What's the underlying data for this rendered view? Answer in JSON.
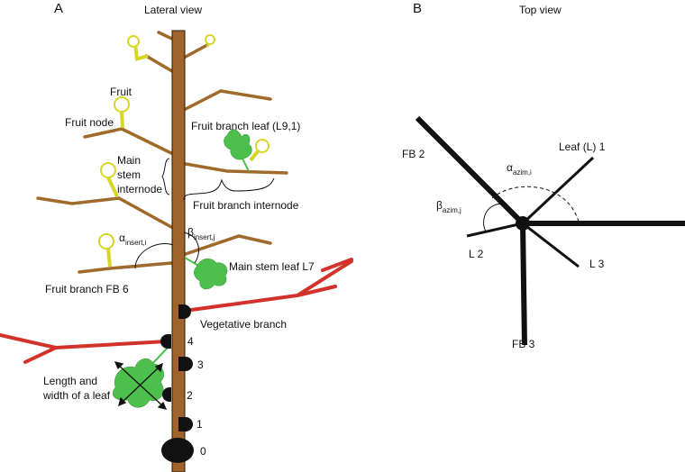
{
  "panel_a": {
    "letter": "A",
    "title": "Lateral view",
    "labels": {
      "fruit": "Fruit",
      "fruit_node": "Fruit node",
      "main_stem_line1": "Main",
      "main_stem_line2": "stem",
      "main_stem_line3": "internode",
      "fruit_branch_leaf": "Fruit branch leaf (L9,1)",
      "fruit_branch_internode": "Fruit branch internode",
      "alpha_insert_sym": "α",
      "alpha_insert_sub": "insert,i",
      "beta_insert_sym": "β",
      "beta_insert_sub": "insert,j",
      "main_stem_leaf": "Main stem leaf L7",
      "fruit_branch_fb6": "Fruit branch FB 6",
      "vegetative_branch": "Vegetative branch",
      "leaf_size_line1": "Length and",
      "leaf_size_line2": "width of a leaf",
      "node_4": "4",
      "node_3": "3",
      "node_2": "2",
      "node_1": "1",
      "node_0": "0"
    },
    "colors": {
      "stem": "#a0632c",
      "branch": "#a06a2a",
      "vegetative": "#d2322a",
      "fruit": "#d6d626",
      "leaf": "#4cbf4c",
      "bud": "#111111"
    }
  },
  "panel_b": {
    "letter": "B",
    "title": "Top view",
    "labels": {
      "fb2": "FB 2",
      "leaf_l1": "Leaf (L) 1",
      "alpha_azim_sym": "α",
      "alpha_azim_sub": "azim,i",
      "beta_azim_sym": "β",
      "beta_azim_sub": "azim,j",
      "l2": "L 2",
      "l3": "L 3",
      "fb3": "FB 3"
    }
  }
}
